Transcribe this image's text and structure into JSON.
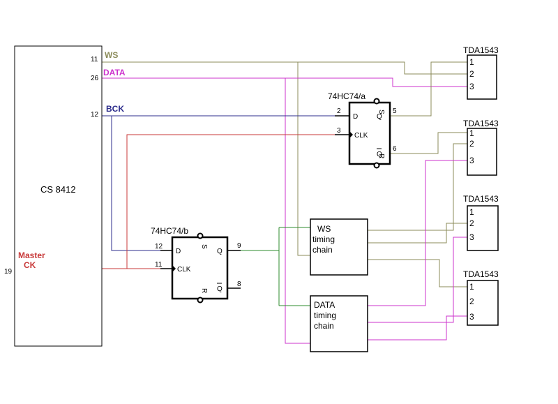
{
  "diagram": {
    "chip": {
      "name": "CS 8412",
      "pin_ws": "11",
      "pin_data": "26",
      "pin_bck": "12",
      "pin_mck": "19",
      "sig_ws": "WS",
      "sig_data": "DATA",
      "sig_bck": "BCK",
      "sig_mck_1": "Master",
      "sig_mck_2": "CK"
    },
    "ff_a": {
      "name": "74HC74/a",
      "pin_d": "2",
      "pin_clk": "3",
      "pin_q": "5",
      "pin_qn": "6",
      "d": "D",
      "clk": "CLK",
      "q": "Q",
      "qn": "Q",
      "s": "S",
      "r": "R"
    },
    "ff_b": {
      "name": "74HC74/b",
      "pin_d": "12",
      "pin_clk": "11",
      "pin_q": "9",
      "pin_qn": "8",
      "d": "D",
      "clk": "CLK",
      "q": "Q",
      "qn": "Q",
      "s": "S",
      "r": "R"
    },
    "ws_chain": {
      "line1": "WS",
      "line2": "timing",
      "line3": "chain"
    },
    "data_chain": {
      "line1": "DATA",
      "line2": "timing",
      "line3": "chain"
    },
    "dacs": [
      {
        "name": "TDA1543",
        "p1": "1",
        "p2": "2",
        "p3": "3"
      },
      {
        "name": "TDA1543",
        "p1": "1",
        "p2": "2",
        "p3": "3"
      },
      {
        "name": "TDA1543",
        "p1": "1",
        "p2": "2",
        "p3": "3"
      },
      {
        "name": "TDA1543",
        "p1": "1",
        "p2": "2",
        "p3": "3"
      }
    ],
    "colors": {
      "ws": "#8b8b5a",
      "data": "#cc33cc",
      "bck": "#2d2d8c",
      "clock": "#c83a3a",
      "ff_output": "#2e8b2e"
    }
  }
}
